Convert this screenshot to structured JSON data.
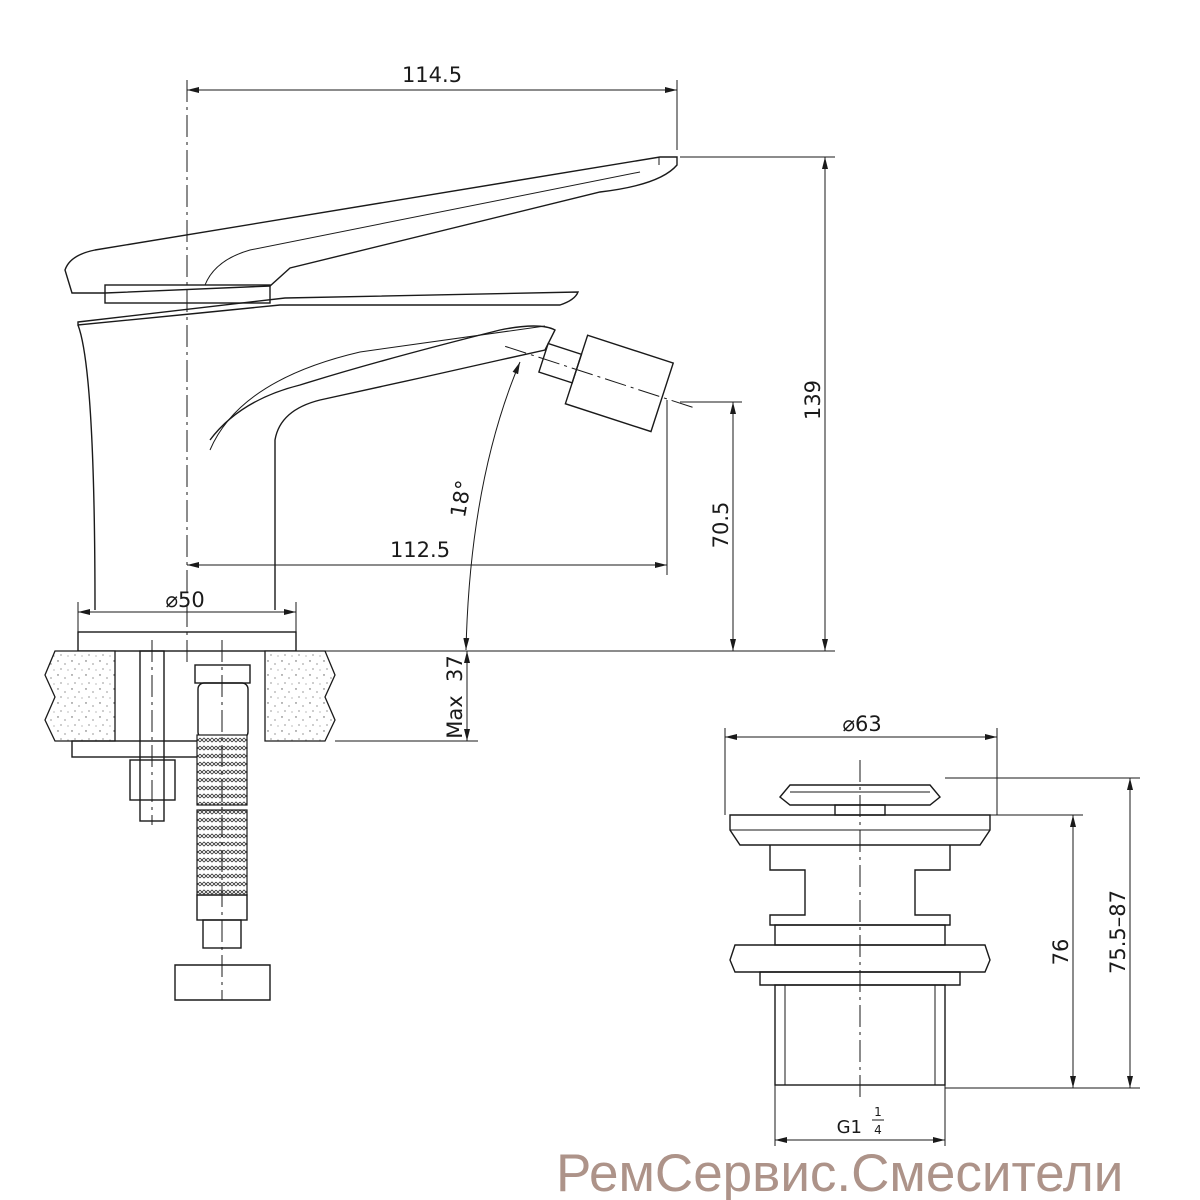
{
  "drawing": {
    "faucet_dimensions": {
      "overall_reach": "114.5",
      "overall_height": "139",
      "spout_height": "70.5",
      "spout_reach": "112.5",
      "spout_angle": "18°",
      "base_diameter": "⌀50",
      "max_counter_thickness": "Max  37"
    },
    "drain_dimensions": {
      "flange_diameter": "⌀63",
      "body_height": "76",
      "adjustable_height": "75.5–87",
      "thread": "G1",
      "thread_fraction_num": "1",
      "thread_fraction_den": "4"
    }
  },
  "watermark": "РемСервис.Смесители",
  "colors": {
    "line": "#1a1a1a",
    "watermark": "#ad9389"
  }
}
